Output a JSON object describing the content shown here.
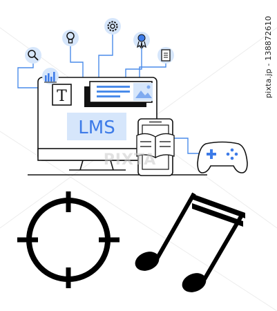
{
  "illustration": {
    "screen_label": "LMS",
    "text_tile_letter": "T",
    "watermark_center": "PIXTA",
    "watermark_side": "pixta.jp - 138872610",
    "icons": [
      "search-icon",
      "lightbulb-icon",
      "gear-icon",
      "award-ribbon-icon",
      "document-icon",
      "bar-chart-icon",
      "image-icon",
      "open-book-icon",
      "gamepad-icon",
      "crosshair-icon",
      "music-note-icon"
    ]
  },
  "colors": {
    "accent_blue": "#3d7be8",
    "light_blue": "#d6e6fb",
    "line": "#111111",
    "connector": "#4a8bea"
  }
}
